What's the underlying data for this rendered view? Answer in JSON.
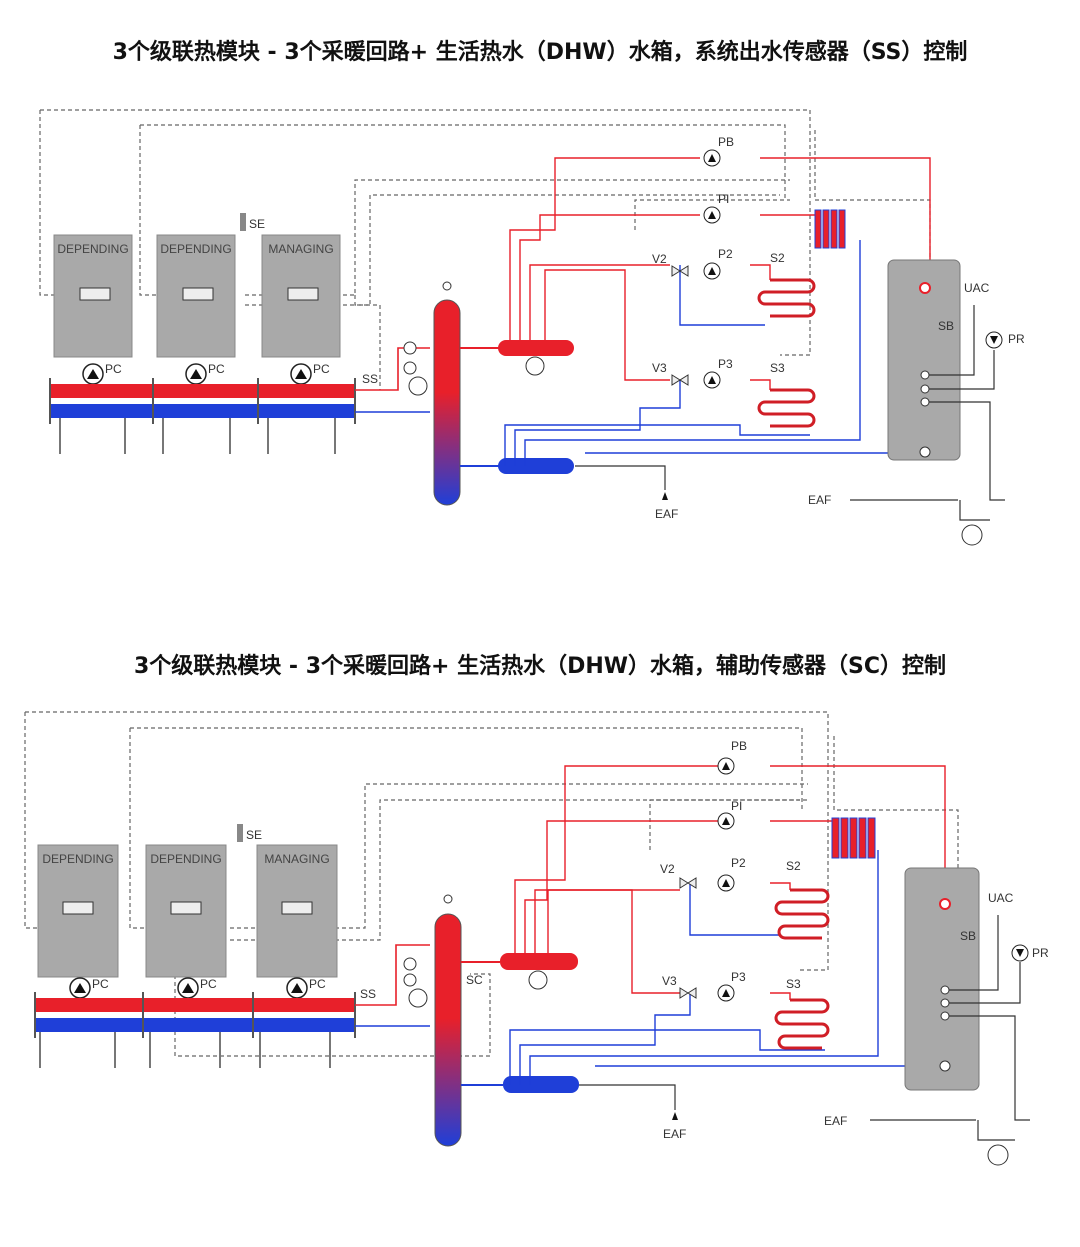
{
  "diagrams": [
    {
      "title": "3个级联热模块 - 3个采暖回路+ 生活热水（DHW）水箱，系统出水传感器（SS）控制",
      "boilers": [
        "DEPENDING",
        "DEPENDING",
        "MANAGING"
      ],
      "pump_label": "PC",
      "sensors": {
        "external": "SE",
        "system_flow": "SS",
        "boiler_sensor": "SB"
      },
      "circuit_pumps": [
        "PB",
        "PI",
        "P2",
        "P3",
        "PR"
      ],
      "valves": [
        "V2",
        "V3"
      ],
      "circuit_sensors": [
        "S2",
        "S3"
      ],
      "water": {
        "hot_outlet": "UAC",
        "cold_inlet": "EAF",
        "cold_inlet_2": "EAF"
      }
    },
    {
      "title": "3个级联热模块 - 3个采暖回路+ 生活热水（DHW）水箱，辅助传感器（SC）控制",
      "boilers": [
        "DEPENDING",
        "DEPENDING",
        "MANAGING"
      ],
      "pump_label": "PC",
      "sensors": {
        "external": "SE",
        "system_flow": "SS",
        "aux": "SC",
        "boiler_sensor": "SB"
      },
      "circuit_pumps": [
        "PB",
        "PI",
        "P2",
        "P3",
        "PR"
      ],
      "valves": [
        "V2",
        "V3"
      ],
      "circuit_sensors": [
        "S2",
        "S3"
      ],
      "water": {
        "hot_outlet": "UAC",
        "cold_inlet": "EAF",
        "cold_inlet_2": "EAF"
      }
    }
  ],
  "colors": {
    "flow": "#e8202a",
    "return": "#1f3fd8",
    "control": "#555555",
    "boiler": "#a9a9a9"
  }
}
